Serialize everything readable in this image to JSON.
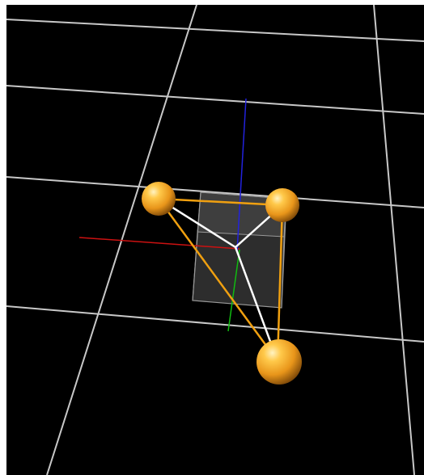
{
  "viewer": {
    "background_color": "#000000",
    "grid_color": "#c8c8c8",
    "colors": {
      "x_axis": "#cc1111",
      "y_axis": "#11bb11",
      "z_axis": "#2222dd",
      "atom": "#f5a623",
      "atom_bond": "#f0a010",
      "center_bond": "#ffffff",
      "unit_cell": "#8a8a8a"
    },
    "scene": {
      "atoms": 3,
      "center_atoms": 1,
      "orange_bonds": 3,
      "white_bonds": 3,
      "axes": [
        "x",
        "y",
        "z"
      ]
    }
  }
}
